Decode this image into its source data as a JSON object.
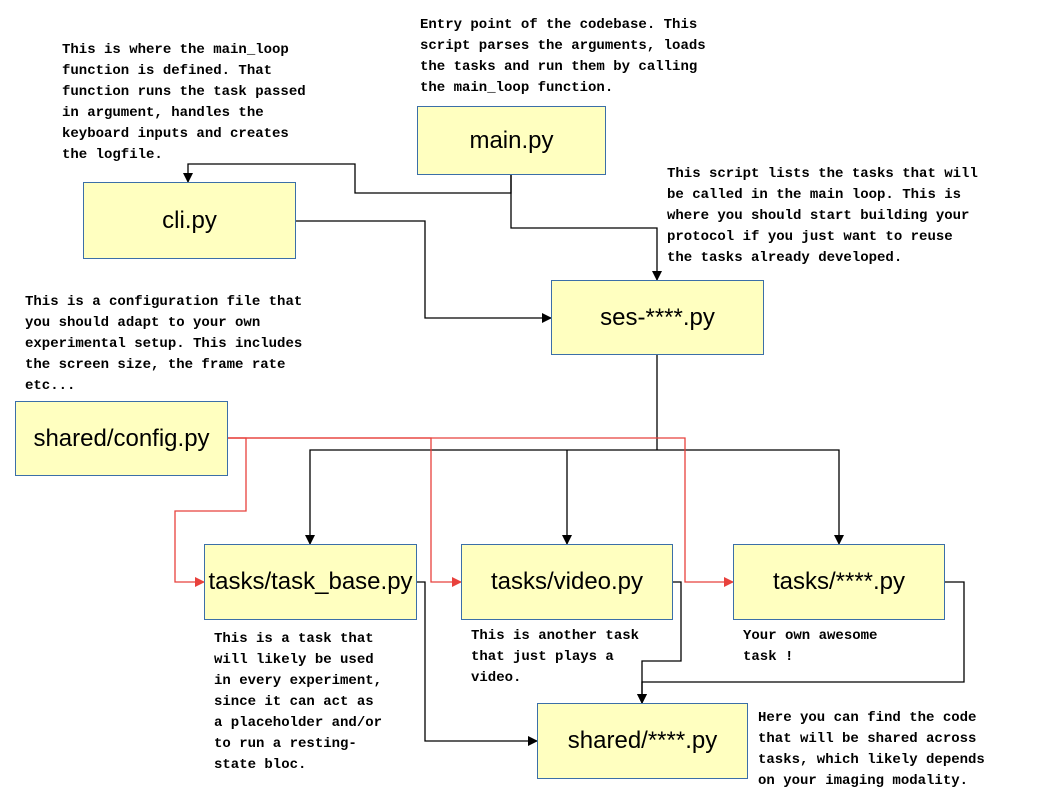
{
  "nodes": {
    "main": "main.py",
    "cli": "cli.py",
    "ses": "ses-****.py",
    "config": "shared/config.py",
    "task_base": "tasks/task_base.py",
    "video": "tasks/video.py",
    "custom_task": "tasks/****.py",
    "shared": "shared/****.py"
  },
  "notes": {
    "main": "Entry point of the codebase. This\nscript parses the arguments, loads\nthe tasks and run them by calling\nthe main_loop function.",
    "cli": "This is where the main_loop\nfunction is defined. That\nfunction runs the task passed\nin argument, handles the\nkeyboard inputs and creates\nthe logfile.",
    "ses": "This script lists the tasks that will\nbe called in the main loop. This is\nwhere you should start building your\nprotocol if you just want to reuse\nthe tasks already developed.",
    "config": "This is a configuration file that\nyou should adapt to your own\nexperimental setup. This includes\nthe screen size, the frame rate\netc...",
    "task_base": "This is a task that\nwill likely be used\nin every experiment,\nsince it can act as\na placeholder and/or\nto run a resting-\nstate bloc.",
    "video": "This is another task\nthat just plays a\nvideo.",
    "custom_task": "Your own awesome\ntask !",
    "shared": "Here you can find the code\nthat will be shared across\ntasks, which likely depends\non your imaging modality."
  },
  "colors": {
    "box_fill": "#ffffc0",
    "box_border": "#3b6fa8",
    "edge_black": "#000000",
    "edge_red": "#e8413c"
  }
}
